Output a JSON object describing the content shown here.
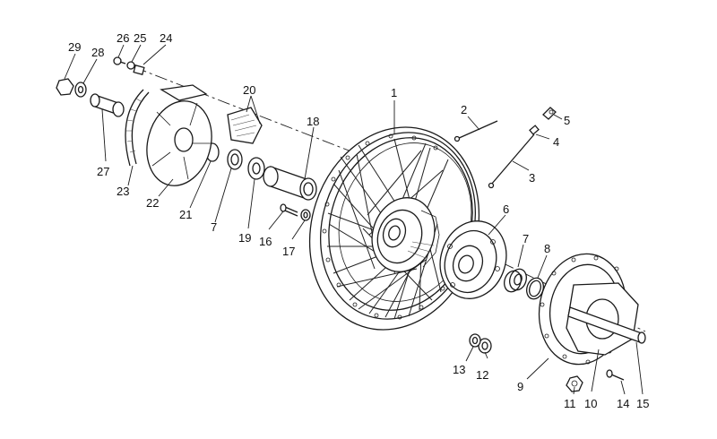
{
  "callouts": [
    {
      "id": "c1",
      "text": "1"
    },
    {
      "id": "c2",
      "text": "2"
    },
    {
      "id": "c3",
      "text": "3"
    },
    {
      "id": "c4",
      "text": "4"
    },
    {
      "id": "c5",
      "text": "5"
    },
    {
      "id": "c6",
      "text": "6"
    },
    {
      "id": "c7a",
      "text": "7"
    },
    {
      "id": "c7b",
      "text": "7"
    },
    {
      "id": "c8",
      "text": "8"
    },
    {
      "id": "c9",
      "text": "9"
    },
    {
      "id": "c10",
      "text": "10"
    },
    {
      "id": "c11",
      "text": "11"
    },
    {
      "id": "c12",
      "text": "12"
    },
    {
      "id": "c13",
      "text": "13"
    },
    {
      "id": "c14",
      "text": "14"
    },
    {
      "id": "c15",
      "text": "15"
    },
    {
      "id": "c16",
      "text": "16"
    },
    {
      "id": "c17",
      "text": "17"
    },
    {
      "id": "c18",
      "text": "18"
    },
    {
      "id": "c19",
      "text": "19"
    },
    {
      "id": "c20",
      "text": "20"
    },
    {
      "id": "c21",
      "text": "21"
    },
    {
      "id": "c22",
      "text": "22"
    },
    {
      "id": "c23",
      "text": "23"
    },
    {
      "id": "c24",
      "text": "24"
    },
    {
      "id": "c25",
      "text": "25"
    },
    {
      "id": "c26",
      "text": "26"
    },
    {
      "id": "c27",
      "text": "27"
    },
    {
      "id": "c28",
      "text": "28"
    },
    {
      "id": "c29",
      "text": "29"
    }
  ]
}
